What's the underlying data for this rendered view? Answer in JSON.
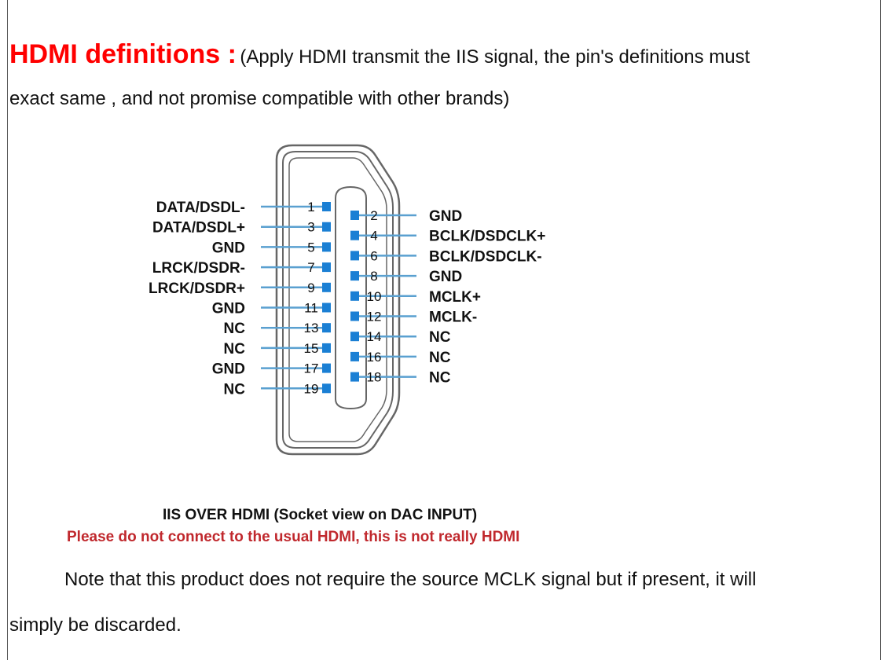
{
  "heading": {
    "title": "HDMI definitions :",
    "intro_line1": "(Apply HDMI transmit the IIS signal, the pin's definitions must",
    "intro_line2": "exact same , and not promise compatible with other brands)"
  },
  "diagram": {
    "left_pins": [
      {
        "num": "1",
        "label": "DATA/DSDL-"
      },
      {
        "num": "3",
        "label": "DATA/DSDL+"
      },
      {
        "num": "5",
        "label": "GND"
      },
      {
        "num": "7",
        "label": "LRCK/DSDR-"
      },
      {
        "num": "9",
        "label": "LRCK/DSDR+"
      },
      {
        "num": "11",
        "label": "GND"
      },
      {
        "num": "13",
        "label": "NC"
      },
      {
        "num": "15",
        "label": "NC"
      },
      {
        "num": "17",
        "label": "GND"
      },
      {
        "num": "19",
        "label": "NC"
      }
    ],
    "right_pins": [
      {
        "num": "2",
        "label": "GND"
      },
      {
        "num": "4",
        "label": "BCLK/DSDCLK+"
      },
      {
        "num": "6",
        "label": "BCLK/DSDCLK-"
      },
      {
        "num": "8",
        "label": "GND"
      },
      {
        "num": "10",
        "label": "MCLK+"
      },
      {
        "num": "12",
        "label": "MCLK-"
      },
      {
        "num": "14",
        "label": "NC"
      },
      {
        "num": "16",
        "label": "NC"
      },
      {
        "num": "18",
        "label": "NC"
      }
    ],
    "caption": "IIS OVER HDMI  (Socket view on DAC INPUT)",
    "warning": "Please do not connect to the usual HDMI, this is not really HDMI",
    "colors": {
      "pin": "#1a7fd4",
      "line": "#5aa0d0",
      "warning": "#c0282d",
      "title": "#ff0000"
    }
  },
  "note": {
    "line1": "Note that this product does not require the source MCLK signal but if present, it will",
    "line2": "simply be discarded."
  }
}
